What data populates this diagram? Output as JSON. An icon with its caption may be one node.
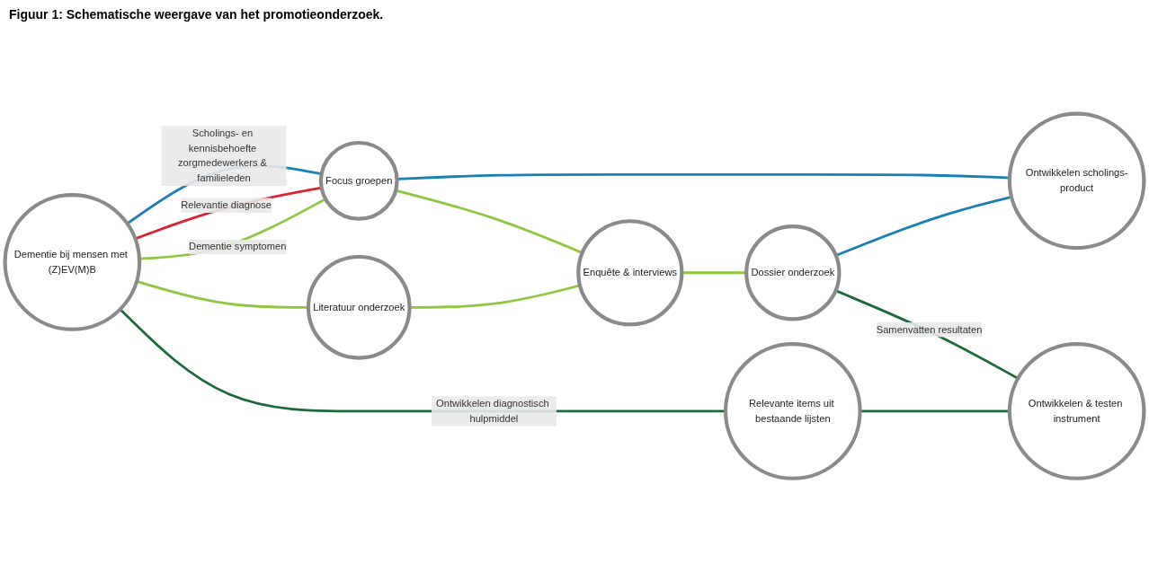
{
  "diagram": {
    "title": "Figuur 1: Schematische weergave van het promotieonderzoek.",
    "nodes": [
      {
        "text": [
          "Focus groepen"
        ]
      },
      {
        "text": [
          "Enquête & interviews"
        ]
      },
      {
        "text": [
          "Dossier onderzoek"
        ]
      },
      {
        "text": [
          "Ontwikkelen scholings-product"
        ]
      },
      {
        "text": [
          "Literatuur onderzoek"
        ]
      },
      {
        "text": [
          "Dementie bij mensen met (Z)EV(M)B"
        ]
      },
      {
        "text": [
          "Relevante items uit bestaande lijsten"
        ]
      },
      {
        "text": [
          "Ontwikkelen & testen instrument"
        ]
      }
    ],
    "edges": [
      {
        "from": 5,
        "to": 0,
        "arrow": "none",
        "label": "Scholings- en kennisbehoefte zorgmedewerkers & familieleden",
        "color": "#1a7fb5"
      },
      {
        "from": 5,
        "to": 0,
        "arrow": "none",
        "label": "Relevantie diagnose",
        "color": "#d9232e"
      },
      {
        "from": 5,
        "to": 0,
        "arrow": "none",
        "label": "Dementie symptomen"
      },
      {
        "from": 5,
        "to": 4,
        "arrow": "none"
      },
      {
        "from": 0,
        "to": 1,
        "arrow": "none"
      },
      {
        "from": 4,
        "to": 1,
        "arrow": "none"
      },
      {
        "from": 1,
        "to": 2,
        "arrow": "none"
      },
      {
        "from": 0,
        "to": 3,
        "arrow": "none",
        "color": "#1a7fb5"
      },
      {
        "from": 2,
        "to": 3,
        "arrow": "none",
        "color": "#1a7fb5"
      },
      {
        "from": 2,
        "to": 7,
        "arrow": "none",
        "label": "Samenvatten resultaten",
        "color": "#1b6b3a"
      },
      {
        "from": 5,
        "to": 6,
        "arrow": "none",
        "label": "Ontwikkelen diagnostisch hulpmiddel",
        "color": "#1b6b3a"
      },
      {
        "from": 6,
        "to": 7,
        "arrow": "none",
        "color": "#1b6b3a"
      }
    ]
  }
}
